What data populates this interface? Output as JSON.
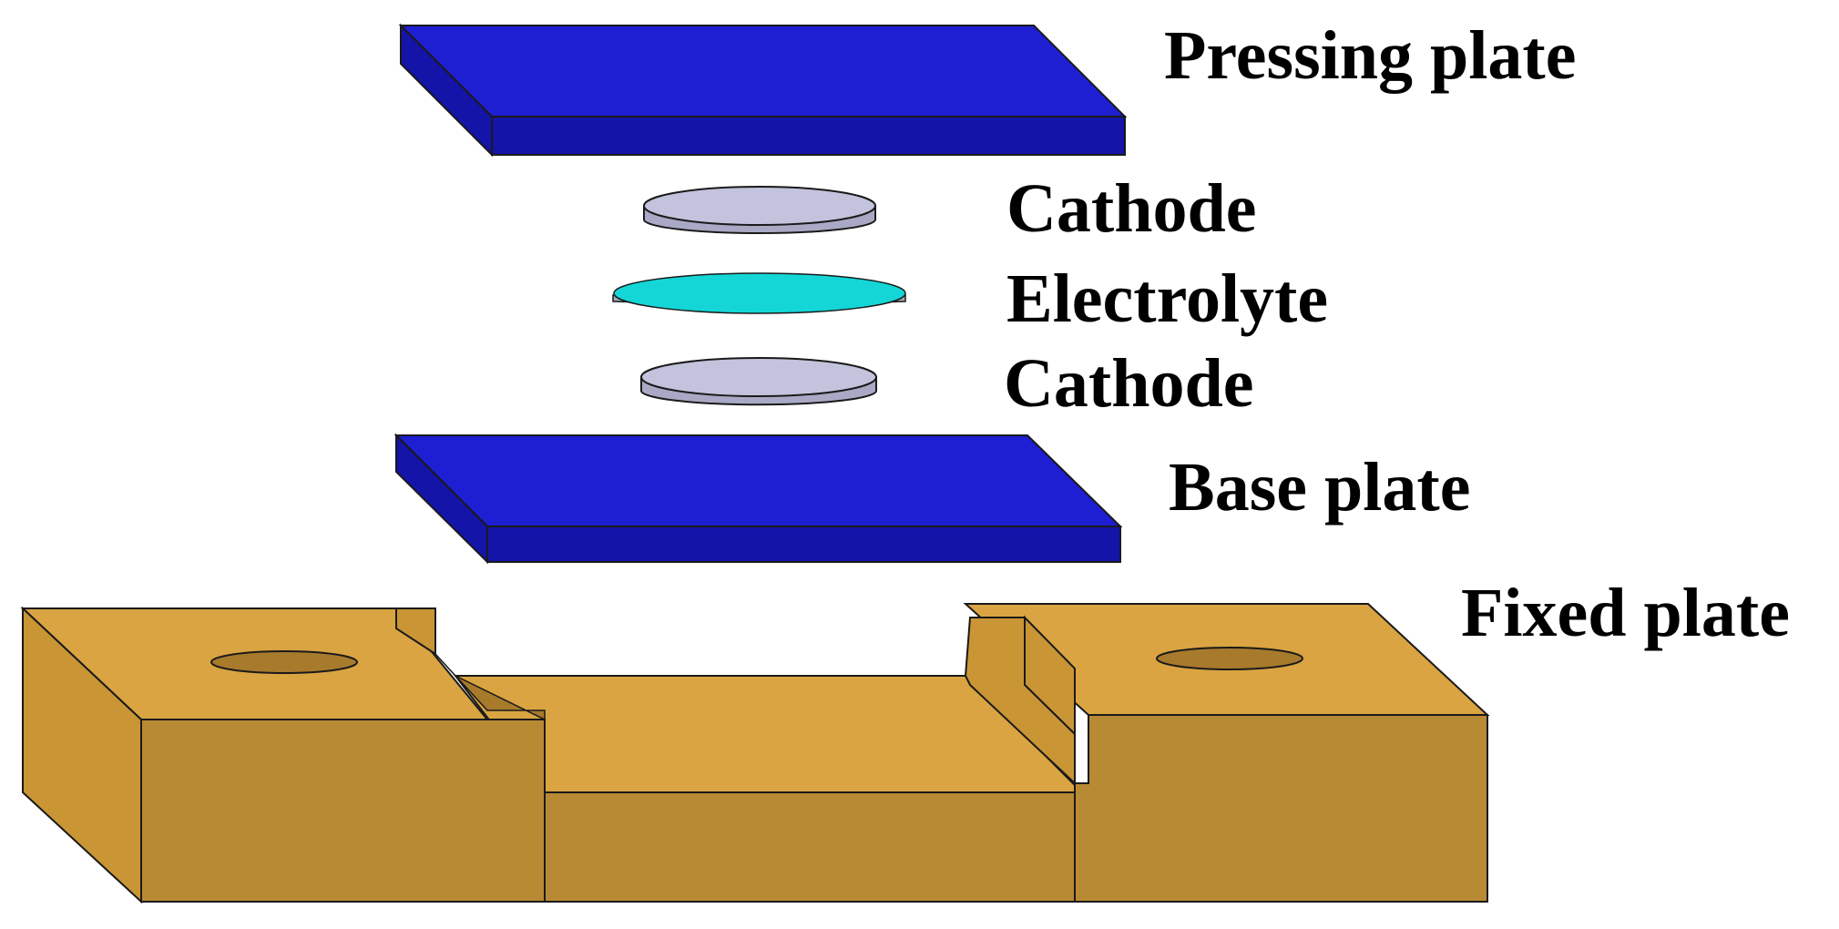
{
  "labels": {
    "pressing_plate": "Pressing plate",
    "cathode_top": "Cathode",
    "electrolyte": "Electrolyte",
    "cathode_bottom": "Cathode",
    "base_plate": "Base plate",
    "fixed_plate": "Fixed plate"
  },
  "colors": {
    "plate_top": "#1e1ed2",
    "plate_side": "#1414a8",
    "cathode_top": "#c3c3dd",
    "cathode_side": "#a9a9c6",
    "electrolyte_top": "#14d6d6",
    "electrolyte_side": "#9aa9b6",
    "fixed_top": "#d9a441",
    "fixed_front": "#b98a34",
    "fixed_side": "#c99535",
    "fixed_shadow": "#a87a2c",
    "outline": "#1a1a1a"
  }
}
